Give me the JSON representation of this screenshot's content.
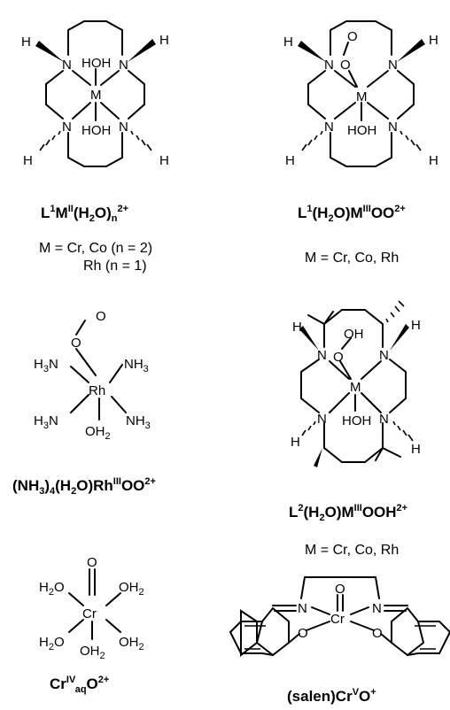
{
  "structures": {
    "l1_aqua": {
      "atoms": {
        "metal": "M",
        "n": "N",
        "h": "H",
        "hoh": "HOH"
      },
      "label": {
        "a": "L",
        "b": "1",
        "c": "M",
        "d": "II",
        "e": "(H",
        "f": "2",
        "g": "O)",
        "h": "n",
        "i": "2+"
      },
      "note1": "M = Cr, Co (n = 2)",
      "note2": "Rh (n = 1)"
    },
    "l1_superoxo": {
      "atoms": {
        "metal": "M",
        "n": "N",
        "h": "H",
        "o": "O",
        "hoh": "HOH"
      },
      "label": {
        "a": "L",
        "b": "1",
        "c": "(H",
        "d": "2",
        "e": "O)M",
        "f": "III",
        "g": "OO",
        "h": "2+"
      },
      "note": "M = Cr, Co, Rh"
    },
    "rh_ammine": {
      "atoms": {
        "metal": "Rh",
        "o": "O",
        "h3n": "H",
        "nh3": "NH",
        "three": "3",
        "oh2": "OH",
        "two": "2",
        "n_atom": "N"
      },
      "label": {
        "a": "(NH",
        "b": "3",
        "c": ")",
        "d": "4",
        "e": "(H",
        "f": "2",
        "g": "O)Rh",
        "h": "III",
        "i": "OO",
        "j": "2+"
      }
    },
    "l2_hydroperoxo": {
      "atoms": {
        "metal": "M",
        "n": "N",
        "h": "H",
        "o": "O",
        "hoh": "HOH"
      },
      "label": {
        "a": "L",
        "b": "2",
        "c": "(H",
        "d": "2",
        "e": "O)M",
        "f": "III",
        "g": "OOH",
        "h": "2+"
      },
      "note": "M = Cr, Co, Rh"
    },
    "cr_aqua": {
      "atoms": {
        "metal": "Cr",
        "o": "O",
        "h": "H",
        "two": "2",
        "oh": "OH",
        "o_h": "O"
      },
      "label": {
        "a": "Cr",
        "b": "IV",
        "c": "aq",
        "d": "O",
        "e": "2+"
      }
    },
    "salen": {
      "atoms": {
        "metal": "Cr",
        "o": "O",
        "n": "N"
      },
      "label": {
        "a": "(salen)Cr",
        "b": "V",
        "c": "O",
        "d": "+"
      }
    }
  }
}
